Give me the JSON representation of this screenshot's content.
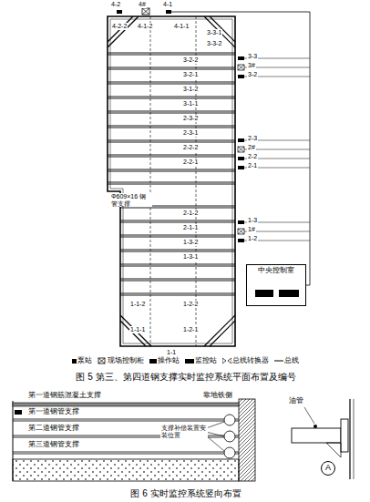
{
  "diagram": {
    "caption": "图 5 第三、第四道钢支撑实时监控系统平面布置及编号",
    "nodes": [
      {
        "text": [
          "中央控制室"
        ]
      },
      {
        "text": [
          "A"
        ]
      }
    ],
    "labels": [
      "4-2",
      "4#",
      "4-1",
      "4-2-2",
      "4-1-2",
      "4-1-1",
      "3-3-1",
      "3-3-2",
      "3-2-2",
      "3-2-1",
      "3-1-2",
      "3-1-1",
      "2-3-2",
      "2-3-1",
      "Φ609×16 钢管支撑",
      "2-2-2",
      "2-2-1",
      "2-1-2",
      "2-1-1",
      "1-3-2",
      "1-3-1",
      "1-1-2",
      "1-2-2",
      "1-1-1",
      "1-2-1",
      "1-1",
      "3-3",
      "3#",
      "3-2",
      "2-3",
      "2#",
      "2-2",
      "2-1",
      "1-3",
      "1#",
      "1-2",
      "第一道钢筋混凝土支撑",
      "靠地铁侧",
      "第一道钢管支撑",
      "第二道钢管支撑",
      "第三道钢管支撑",
      "支撑补偿装置安装位置",
      "油管",
      "图 6 实时监控系统竖向布置"
    ],
    "legend": [
      {
        "text": "泵站",
        "color": "#000000"
      },
      {
        "text": "现场控制柜"
      },
      {
        "text": "操作站",
        "color": "#000000"
      },
      {
        "text": "监控站",
        "color": "#000000"
      },
      {
        "text": "总线转换器"
      },
      {
        "text": "总线"
      }
    ]
  }
}
